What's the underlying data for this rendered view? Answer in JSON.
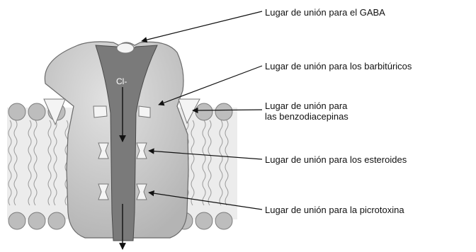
{
  "ion_label": "Cl-",
  "labels": {
    "gaba": "Lugar de unión para el GABA",
    "barbituricos": "Lugar de unión para los barbitúricos",
    "benzo_line1": "Lugar de unión para",
    "benzo_line2": "las benzodiacepinas",
    "esteroides": "Lugar de unión para los esteroides",
    "picrotoxina": "Lugar de unión para la picrotoxina"
  },
  "colors": {
    "subunit": "#c4c4c4",
    "pore": "#7a7a7a",
    "membrane": "#e6e6e6",
    "lipid_head": "#bdbdbd",
    "site": "#f4f4f4",
    "line": "#111111"
  }
}
